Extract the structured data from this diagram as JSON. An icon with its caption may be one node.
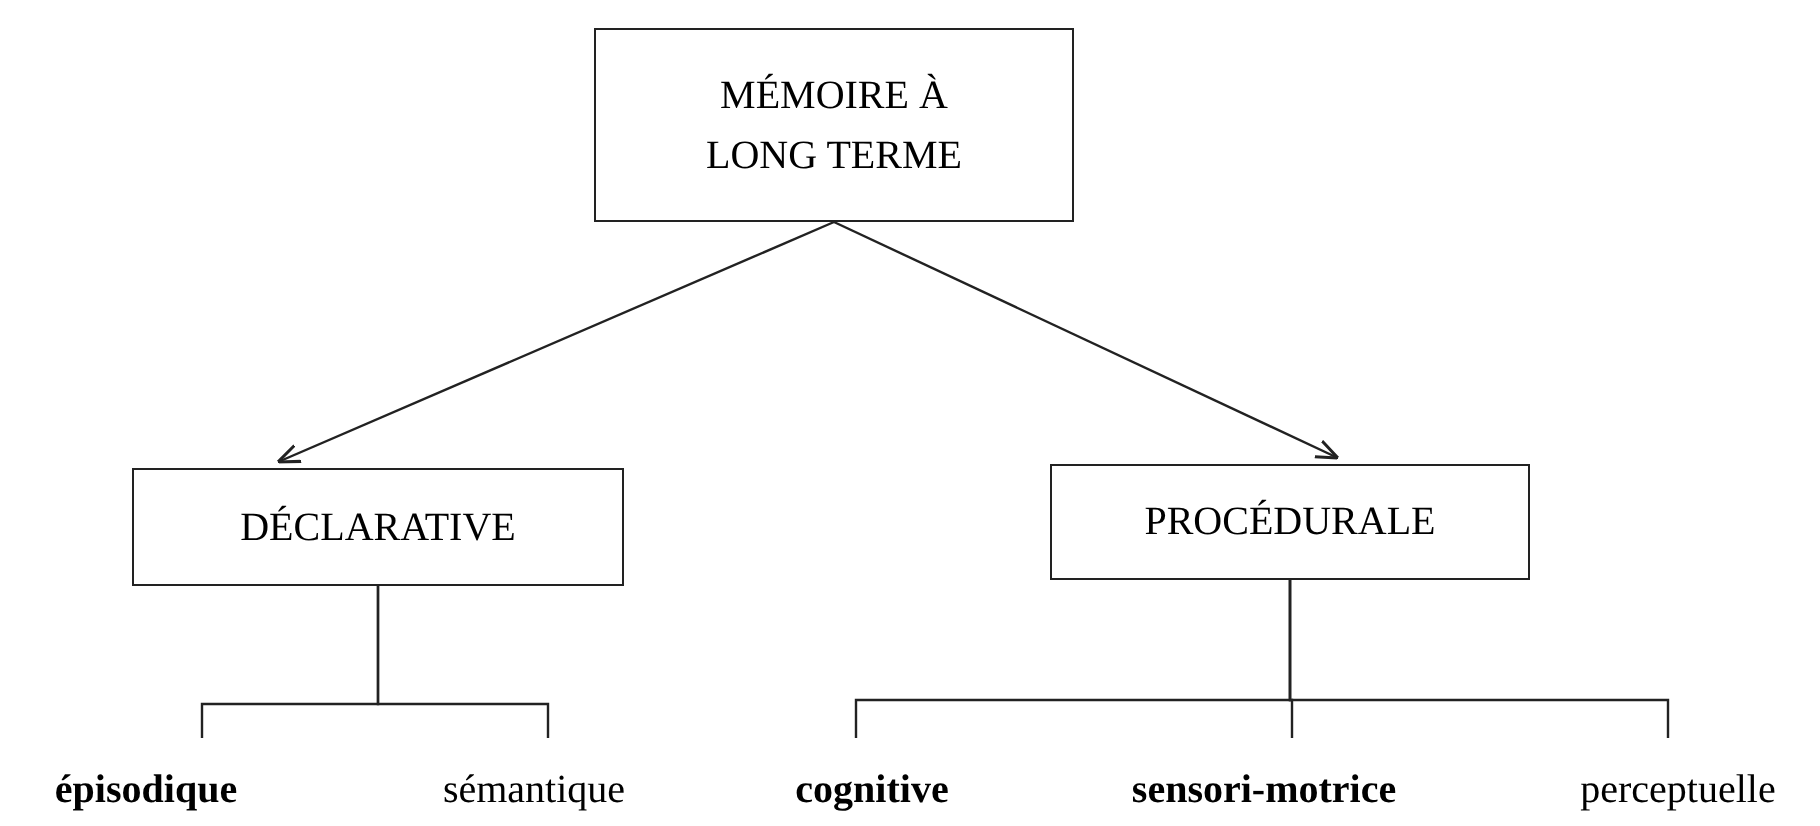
{
  "diagram": {
    "nodes": [
      {
        "text": [
          "MÉMOIRE À LONG TERME"
        ]
      },
      {
        "text": [
          "DÉCLARATIVE"
        ]
      },
      {
        "text": [
          "PROCÉDURALE"
        ]
      },
      {
        "text": [
          "épisodique"
        ]
      },
      {
        "text": [
          "sémantique"
        ]
      },
      {
        "text": [
          "cognitive"
        ]
      },
      {
        "text": [
          "sensori-motrice"
        ]
      },
      {
        "text": [
          "perceptuelle"
        ]
      }
    ],
    "edges": [
      {
        "from": 0,
        "to": 1,
        "arrow": "to"
      },
      {
        "from": 0,
        "to": 2,
        "arrow": "to"
      },
      {
        "from": 1,
        "to": 3,
        "arrow": "none"
      },
      {
        "from": 1,
        "to": 4,
        "arrow": "none"
      },
      {
        "from": 2,
        "to": 5,
        "arrow": "none"
      },
      {
        "from": 2,
        "to": 6,
        "arrow": "none"
      },
      {
        "from": 2,
        "to": 7,
        "arrow": "none"
      }
    ]
  }
}
